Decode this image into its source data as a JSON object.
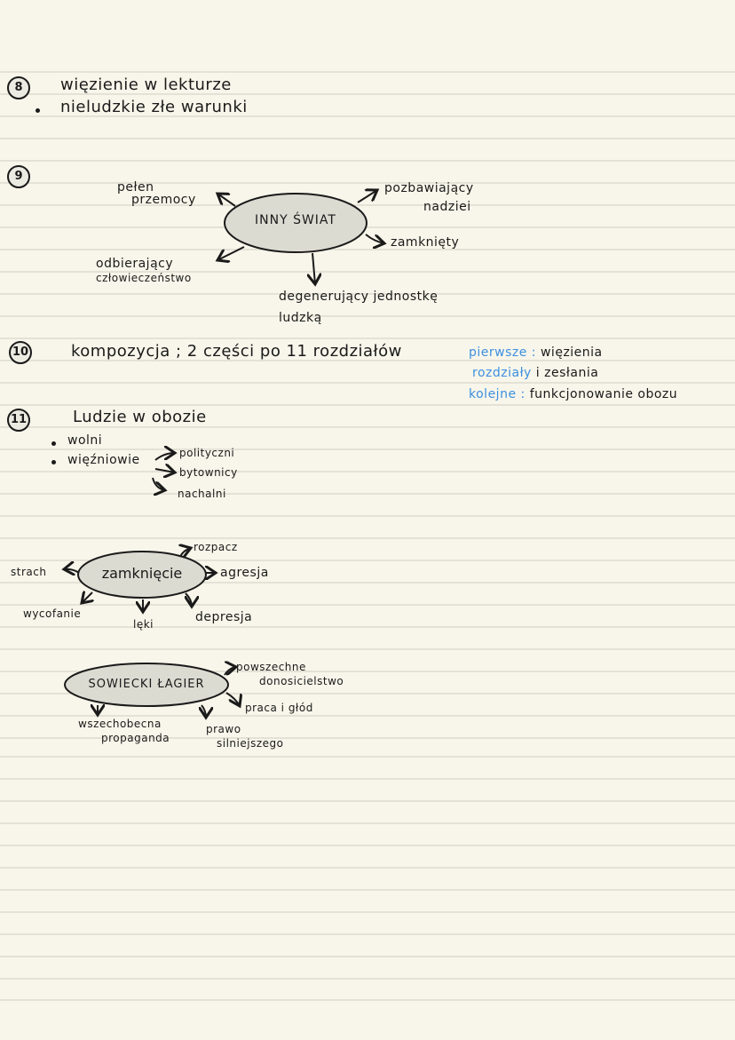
{
  "section8": {
    "number": "8",
    "title": "więzienie   w   lekturze",
    "bullet": "nieludzkie   złe   warunki"
  },
  "section9": {
    "number": "9",
    "center": "INNY  ŚWIAT",
    "branches": {
      "top_left_1": "pełen",
      "top_left_2": "przemocy",
      "top_right_1": "pozbawiający",
      "top_right_2": "nadziei",
      "right": "zamknięty",
      "bottom_left_1": "odbierający",
      "bottom_left_2": "człowieczeństwo",
      "bottom_1": "degenerujący  jednostkę",
      "bottom_2": "ludzką"
    }
  },
  "section10": {
    "number": "10",
    "text": "kompozycja ;  2 części   po  11  rozdziałów",
    "notes": [
      {
        "label": "pierwsze",
        "sep": " : ",
        "text": "więzienia"
      },
      {
        "label": "rozdziały",
        "sep": "  ",
        "text": "i  zesłania"
      },
      {
        "label": "kolejne",
        "sep": " : ",
        "text": "funkcjonowanie  obozu"
      }
    ]
  },
  "section11": {
    "number": "11",
    "title": "Ludzie    w    obozie",
    "bullets": [
      "wolni",
      "więźniowie"
    ],
    "subtypes": [
      "polityczni",
      "bytownicy",
      "nachalni"
    ]
  },
  "mindmap_zamkniecie": {
    "center": "zamknięcie",
    "branches": [
      "rozpacz",
      "agresja",
      "depresja",
      "lęki",
      "wycofanie",
      "strach"
    ]
  },
  "mindmap_lagier": {
    "center": "SOWIECKI  ŁAGIER",
    "branches": {
      "right_top_1": "powszechne",
      "right_top_2": "donosicielstwo",
      "right": "praca  i  głód",
      "bottom_mid_1": "prawo",
      "bottom_mid_2": "silniejszego",
      "bottom_left_1": "wszechobecna",
      "bottom_left_2": "propaganda"
    }
  },
  "colors": {
    "paper": "#f8f6ea",
    "rule": "#e4e2d6",
    "ink": "#1a1a1a",
    "accent_blue": "#3d8fe0",
    "ellipse_fill": "#dcdbd2"
  }
}
